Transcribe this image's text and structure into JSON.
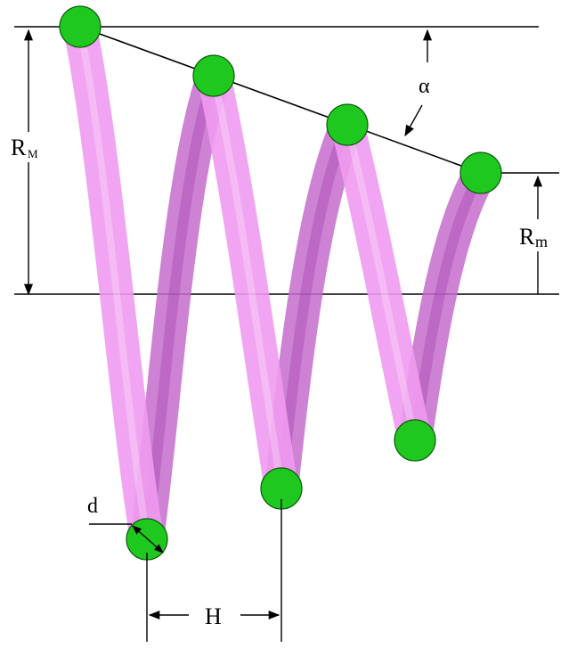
{
  "labels": {
    "outer_radius_main": "R",
    "outer_radius_sub": "M",
    "inner_radius_main": "R",
    "inner_radius_sub": "m",
    "taper_angle": "α",
    "wire_diameter": "d",
    "pitch": "H"
  },
  "colors": {
    "coil_front": "#f09af0",
    "coil_back": "#c46ccc",
    "coil_dark": "#a23aa8",
    "node_fill": "#1fc81f",
    "node_stroke": "#0a5a0a",
    "line": "#000000",
    "background": "#ffffff"
  }
}
